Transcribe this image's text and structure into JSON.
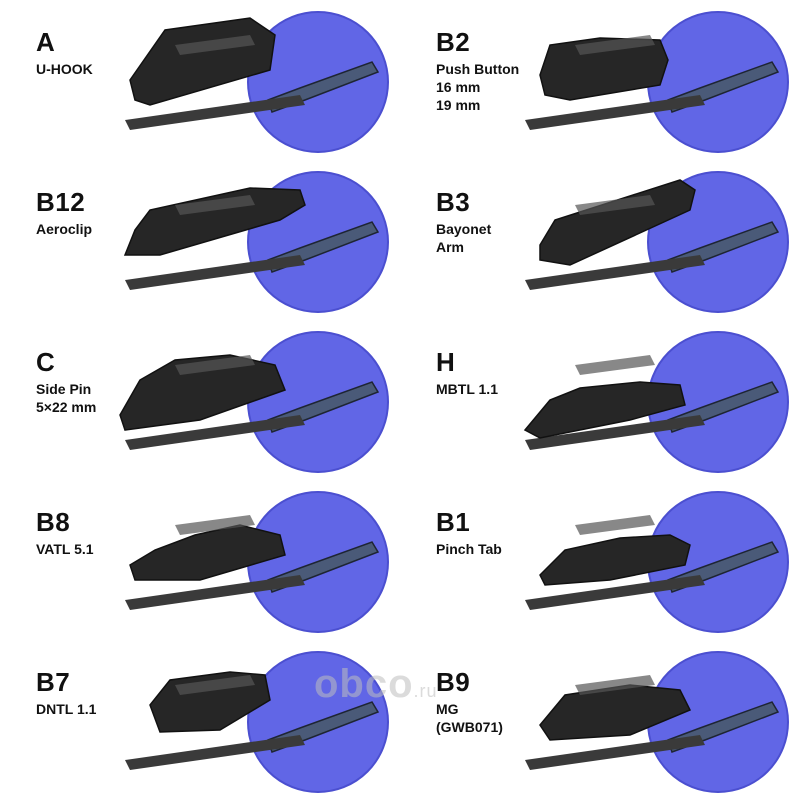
{
  "colors": {
    "circle": "#6166e6",
    "circle_edge": "#4b4fd0",
    "adapter_dark": "#262626",
    "adapter_mid": "#3a3a3a",
    "adapter_light": "#555555",
    "blade_steel": "#4a5a78"
  },
  "adapters": [
    {
      "code": "A",
      "lines": [
        "U-HOOK"
      ],
      "arm_icon": "u-hook-arm-icon"
    },
    {
      "code": "B2",
      "lines": [
        "Push Button",
        "16 mm",
        "19 mm"
      ],
      "arm_icon": "push-button-arm-icon"
    },
    {
      "code": "B12",
      "lines": [
        "Aeroclip"
      ],
      "arm_icon": "aeroclip-arm-icon"
    },
    {
      "code": "B3",
      "lines": [
        "Bayonet",
        "Arm"
      ],
      "arm_icon": "bayonet-arm-icon"
    },
    {
      "code": "C",
      "lines": [
        "Side Pin",
        "5×22 mm"
      ],
      "arm_icon": "side-pin-arm-icon"
    },
    {
      "code": "H",
      "lines": [
        "MBTL 1.1"
      ],
      "arm_icon": "mbtl-arm-icon"
    },
    {
      "code": "B8",
      "lines": [
        "VATL 5.1"
      ],
      "arm_icon": "vatl-arm-icon"
    },
    {
      "code": "B1",
      "lines": [
        "Pinch Tab"
      ],
      "arm_icon": "pinch-tab-arm-icon"
    },
    {
      "code": "B7",
      "lines": [
        "DNTL 1.1"
      ],
      "arm_icon": "dntl-arm-icon"
    },
    {
      "code": "B9",
      "lines": [
        "MG",
        "(GWB071)"
      ],
      "arm_icon": "mg-arm-icon"
    }
  ],
  "watermark": {
    "main": "obco",
    "suffix": ".ru"
  }
}
